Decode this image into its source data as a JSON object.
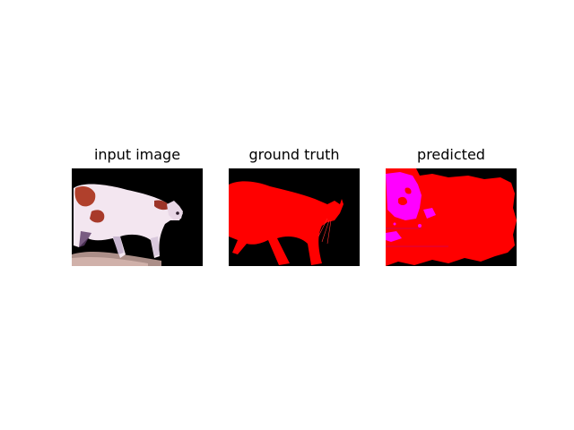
{
  "panels": [
    {
      "title": "input image"
    },
    {
      "title": "ground truth"
    },
    {
      "title": "predicted"
    }
  ],
  "colors": {
    "background": "#000000",
    "mask_red": "#ff0000",
    "mask_magenta": "#ff00ff",
    "cat_white": "#f3e6f0",
    "cat_brown": "#b0402c"
  }
}
